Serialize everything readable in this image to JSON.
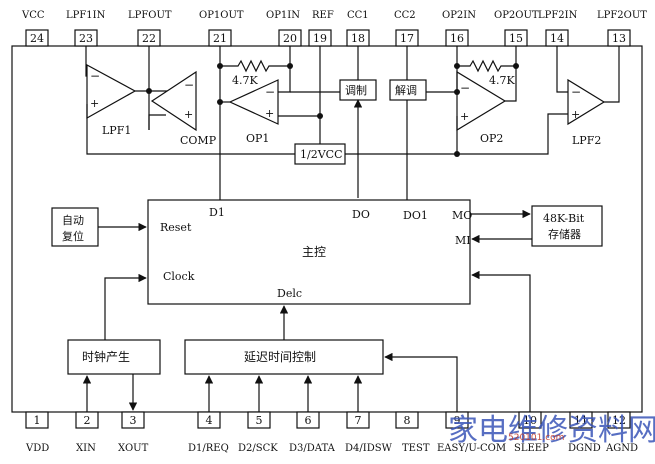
{
  "pins_top": [
    {
      "num": "24",
      "label": "VCC"
    },
    {
      "num": "23",
      "label": "LPF1IN"
    },
    {
      "num": "22",
      "label": "LPFOUT"
    },
    {
      "num": "21",
      "label": "OP1OUT"
    },
    {
      "num": "20",
      "label": "OP1IN"
    },
    {
      "num": "19",
      "label": "REF"
    },
    {
      "num": "18",
      "label": "CC1"
    },
    {
      "num": "17",
      "label": "CC2"
    },
    {
      "num": "16",
      "label": "OP2IN"
    },
    {
      "num": "15",
      "label": "OP2OUT"
    },
    {
      "num": "14",
      "label": "LPF2IN"
    },
    {
      "num": "13",
      "label": "LPF2OUT"
    }
  ],
  "pins_bottom": [
    {
      "num": "1",
      "label": "VDD"
    },
    {
      "num": "2",
      "label": "XIN"
    },
    {
      "num": "3",
      "label": "XOUT"
    },
    {
      "num": "4",
      "label": "D1/REQ"
    },
    {
      "num": "5",
      "label": "D2/SCK"
    },
    {
      "num": "6",
      "label": "D3/DATA"
    },
    {
      "num": "7",
      "label": "D4/IDSW"
    },
    {
      "num": "8",
      "label": "TEST"
    },
    {
      "num": "9",
      "label": "EASY/U-COM"
    },
    {
      "num": "10",
      "label": "SLEEP"
    },
    {
      "num": "11",
      "label": "DGND"
    },
    {
      "num": "12",
      "label": "AGND"
    }
  ],
  "blocks": {
    "lpf1": "LPF1",
    "comp": "COMP",
    "op1": "OP1",
    "op2": "OP2",
    "lpf2": "LPF2",
    "r1": "4.7K",
    "r2": "4.7K",
    "modulator": "调制",
    "demodulator": "解调",
    "half_vcc": "1/2VCC",
    "auto_reset_line1": "自动",
    "auto_reset_line2": "复位",
    "memory_line1": "48K-Bit",
    "memory_line2": "存储器",
    "main_control": "主控",
    "clock_gen": "时钟产生",
    "delay_ctrl": "延迟时间控制",
    "port_reset": "Reset",
    "port_clock": "Clock",
    "port_d1": "D1",
    "port_do": "DO",
    "port_do1": "DO1",
    "port_mo": "MO",
    "port_mi": "MI",
    "port_delc": "Delc"
  },
  "watermark": {
    "logo": "家电维修资料网",
    "site": "520101.com"
  }
}
